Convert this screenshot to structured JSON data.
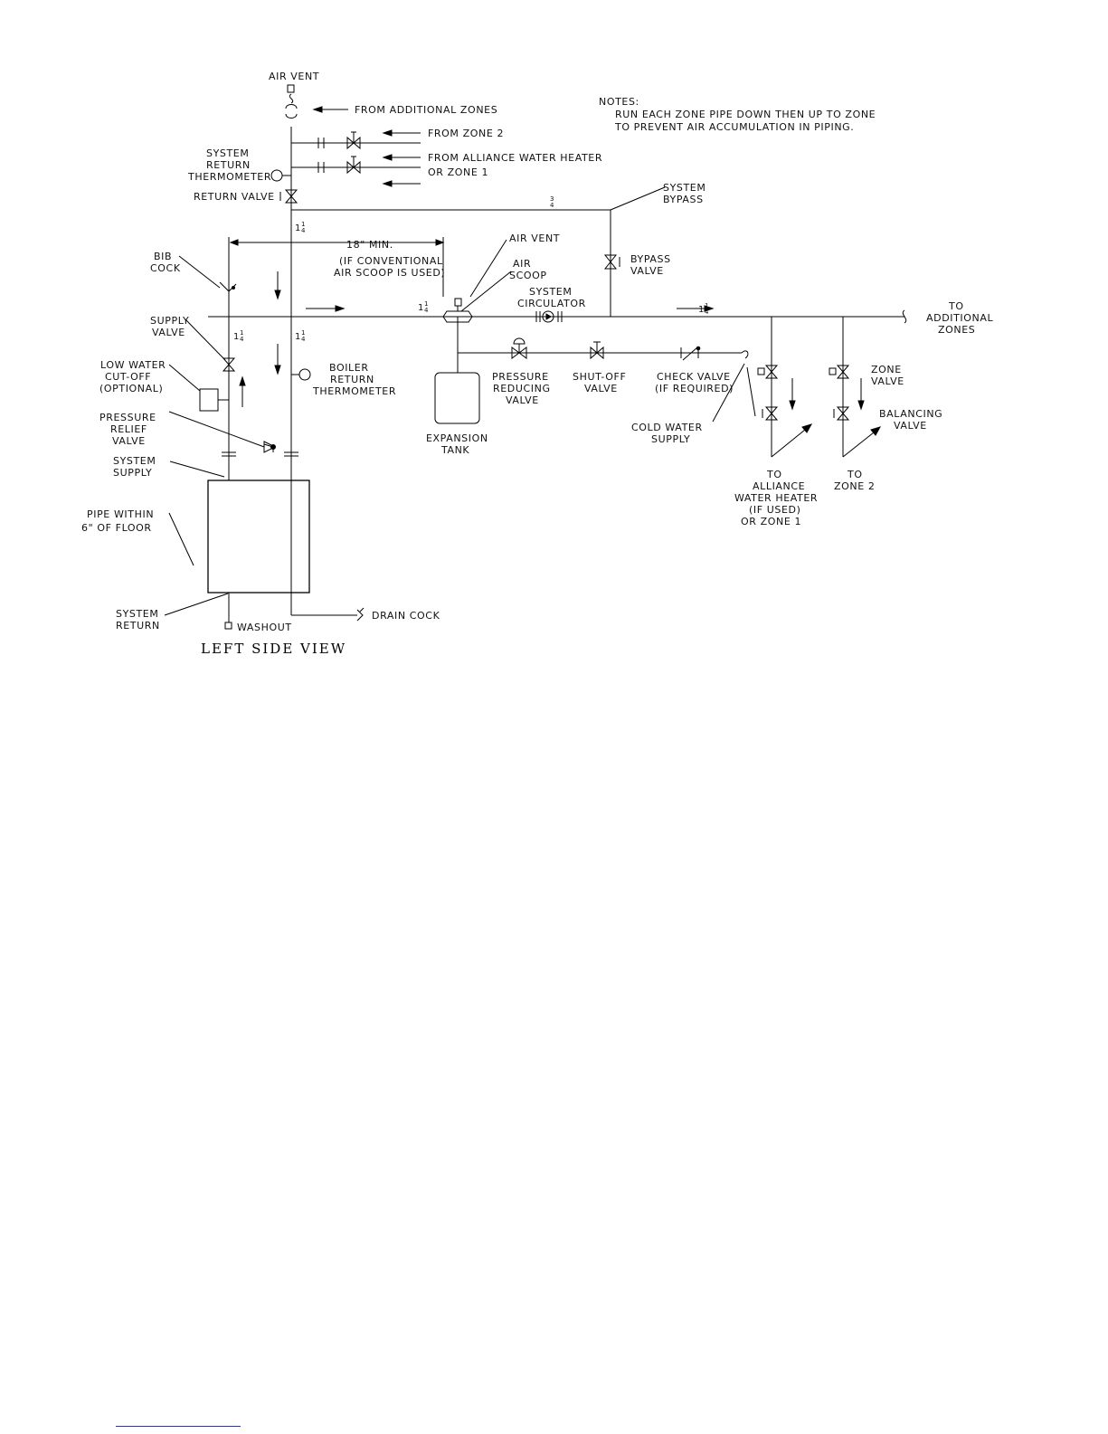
{
  "diagram": {
    "view_title": "LEFT SIDE VIEW",
    "notes": {
      "heading": "NOTES:",
      "lines": [
        "RUN EACH ZONE PIPE DOWN THEN UP TO ZONE",
        "TO PREVENT AIR ACCUMULATION IN PIPING."
      ]
    },
    "labels": {
      "air_vent_top": "AIR VENT",
      "from_additional_zones": "FROM ADDITIONAL ZONES",
      "from_zone_2": "FROM ZONE 2",
      "from_alliance_1": "FROM ALLIANCE WATER HEATER",
      "from_alliance_2": "OR ZONE 1",
      "sys_return_thermo": [
        "SYSTEM",
        "RETURN",
        "THERMOMETER"
      ],
      "return_valve": "RETURN VALVE",
      "system_bypass": [
        "SYSTEM",
        "BYPASS"
      ],
      "min_18": "18\" MIN.",
      "conventional": [
        "(IF CONVENTIONAL",
        "AIR SCOOP IS USED)"
      ],
      "air_vent_mid": "AIR VENT",
      "air_scoop": [
        "AIR",
        "SCOOP"
      ],
      "bypass_valve": [
        "BYPASS",
        "VALVE"
      ],
      "system_circulator": [
        "SYSTEM",
        "CIRCULATOR"
      ],
      "to_additional_zones": [
        "TO",
        "ADDITIONAL",
        "ZONES"
      ],
      "bib_cock": [
        "BIB",
        "COCK"
      ],
      "supply_valve": [
        "SUPPLY",
        "VALVE"
      ],
      "low_water": [
        "LOW WATER",
        "CUT-OFF",
        "(OPTIONAL)"
      ],
      "boiler_return_thermo": [
        "BOILER",
        "RETURN",
        "THERMOMETER"
      ],
      "pressure_relief": [
        "PRESSURE",
        "RELIEF",
        "VALVE"
      ],
      "system_supply": [
        "SYSTEM",
        "SUPPLY"
      ],
      "pipe_within": [
        "PIPE WITHIN",
        "6\" OF FLOOR"
      ],
      "system_return": [
        "SYSTEM",
        "RETURN"
      ],
      "washout": "WASHOUT",
      "drain_cock": "DRAIN COCK",
      "expansion_tank": [
        "EXPANSION",
        "TANK"
      ],
      "pressure_reducing": [
        "PRESSURE",
        "REDUCING",
        "VALVE"
      ],
      "shut_off": [
        "SHUT-OFF",
        "VALVE"
      ],
      "check_valve": [
        "CHECK VALVE",
        "(IF REQUIRED)"
      ],
      "cold_water": [
        "COLD WATER",
        "SUPPLY"
      ],
      "zone_valve": [
        "ZONE",
        "VALVE"
      ],
      "balancing_valve": [
        "BALANCING",
        "VALVE"
      ],
      "to_alliance": [
        "TO",
        "ALLIANCE",
        "WATER HEATER",
        "(IF USED)",
        "OR ZONE 1"
      ],
      "to_zone_2": [
        "TO",
        "ZONE 2"
      ]
    },
    "pipe_sizes": {
      "one_and_quarter": {
        "whole": "1",
        "num": "1",
        "den": "4"
      },
      "three_quarter": {
        "num": "3",
        "den": "4"
      }
    }
  }
}
